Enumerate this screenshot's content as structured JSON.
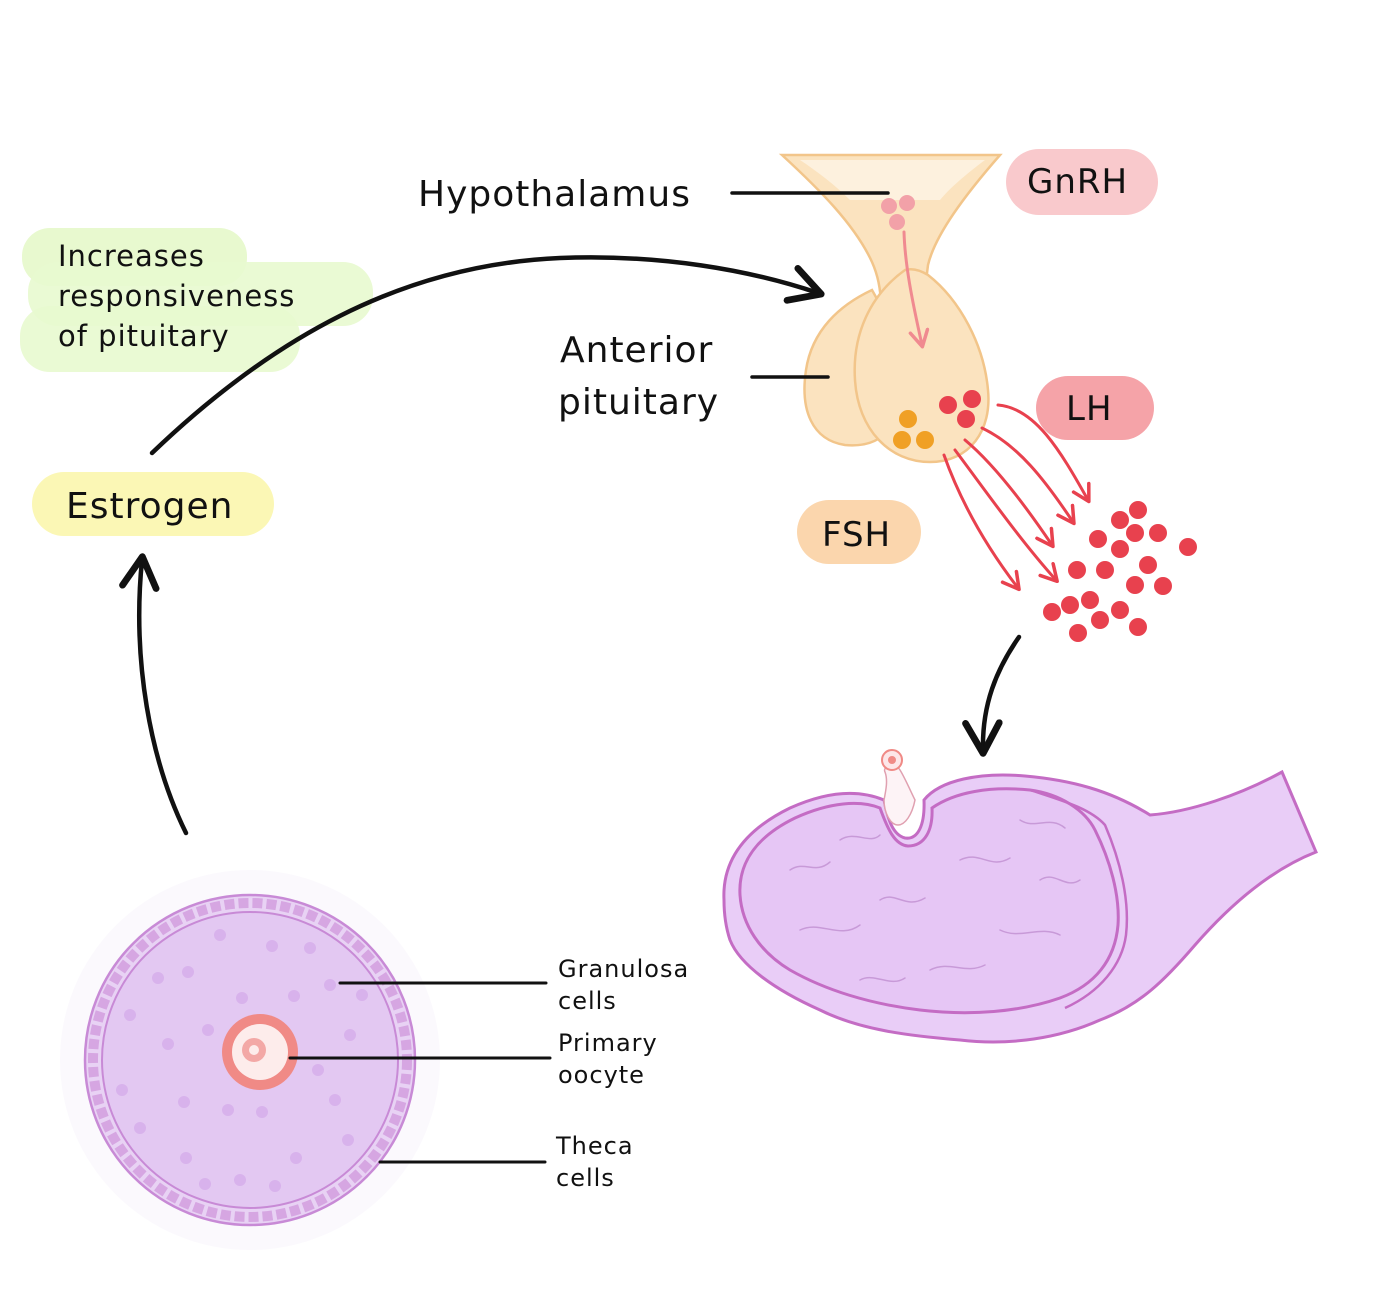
{
  "labels": {
    "hypothalamus": "Hypothalamus",
    "anterior_line1": "Anterior",
    "anterior_line2": "pituitary",
    "estrogen": "Estrogen",
    "increases_line1": "Increases",
    "increases_line2": "responsiveness",
    "increases_line3": "of pituitary",
    "granulosa_line1": "Granulosa",
    "granulosa_line2": "cells",
    "oocyte_line1": "Primary",
    "oocyte_line2": "oocyte",
    "theca_line1": "Theca",
    "theca_line2": "cells"
  },
  "hormones": {
    "gnrh": "GnRH",
    "lh": "LH",
    "fsh": "FSH"
  },
  "colors": {
    "gnrh_badge": "#f9c9cc",
    "lh_badge": "#f5a3a8",
    "fsh_badge": "#fbd6ad",
    "estrogen_badge": "#fbf7b5",
    "note_highlight": "#e8f9cf",
    "pituitary_fill": "#fbe3bf",
    "pituitary_stroke": "#f2c58a",
    "lh_dot": "#e8414e",
    "fsh_dot": "#f0a025",
    "gnrh_dot": "#f2a1a8",
    "ovary_fill": "#e9cdf7",
    "ovary_stroke": "#c46cc4",
    "follicle_fill": "#e3c8f2",
    "follicle_stroke": "#c88ad6",
    "oocyte_ring": "#f08a86",
    "arrow": "#111111"
  }
}
